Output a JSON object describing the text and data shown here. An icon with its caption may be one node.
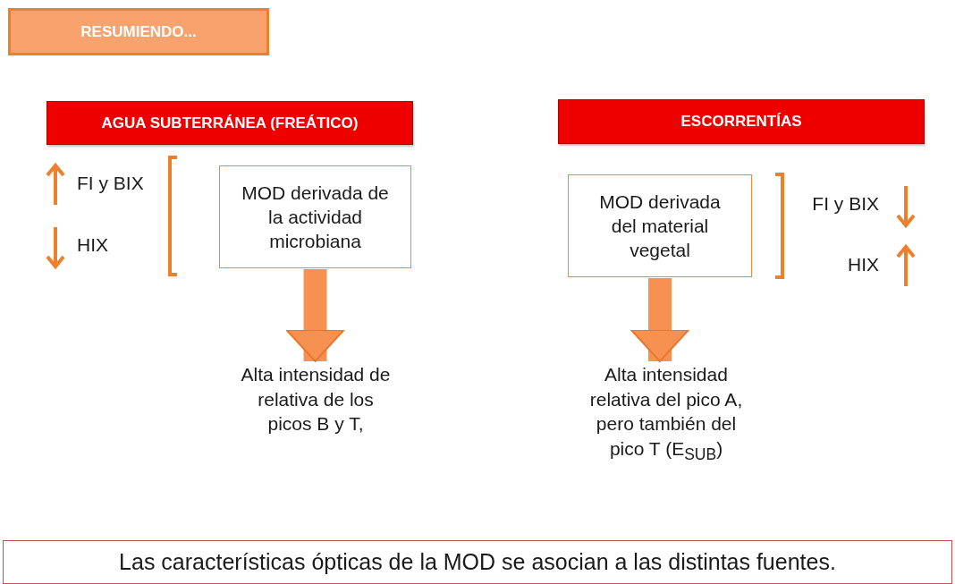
{
  "diagram": {
    "title": "RESUMIENDO...",
    "caption": "Las características ópticas de la MOD se asocian a las distintas fuentes.",
    "nodes": [
      {
        "text": [
          "AGUA SUBTERRÁNEA (FREÁTICO)"
        ]
      },
      {
        "text": [
          "MOD derivada de la actividad microbiana"
        ]
      },
      {
        "text": [
          "Alta intensidad de relativa  de los picos B y T,"
        ]
      },
      {
        "text": [
          "ESCORRENTÍAS"
        ]
      },
      {
        "text": [
          "MOD derivada del material vegetal"
        ]
      },
      {
        "text": [
          "Alta intensidad relativa del pico A, pero también del pico T (E$_{SUB}$)"
        ]
      }
    ],
    "edges": [
      {
        "from": 1,
        "to": 2,
        "arrow": "to"
      },
      {
        "from": 4,
        "to": 5,
        "arrow": "to"
      }
    ],
    "labels": [
      "FI y BIX",
      "HIX",
      "FI y BIX",
      "HIX"
    ]
  }
}
